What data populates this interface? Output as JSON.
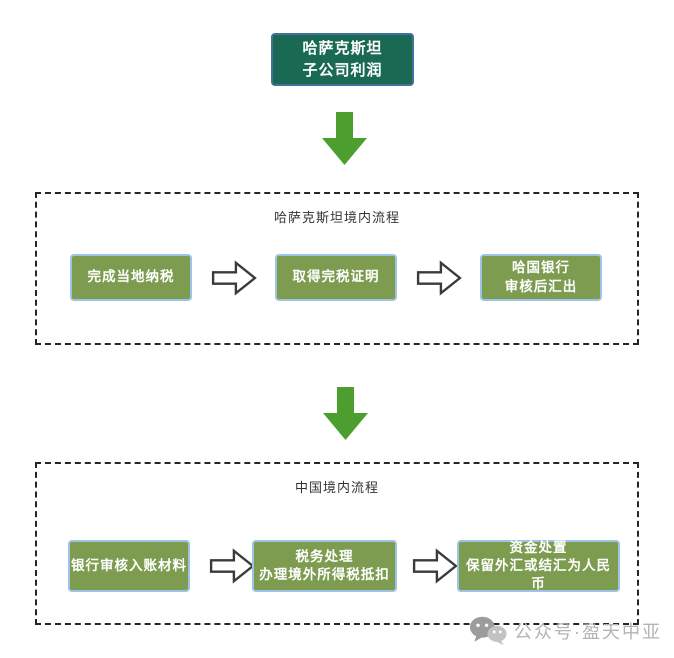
{
  "top_node": {
    "lines": [
      "哈萨克斯坦",
      "子公司利润"
    ]
  },
  "sections": [
    {
      "title": "哈萨克斯坦境内流程",
      "steps": [
        {
          "lines": [
            "完成当地纳税"
          ]
        },
        {
          "lines": [
            "取得完税证明"
          ]
        },
        {
          "lines": [
            "哈国银行",
            "审核后汇出"
          ]
        }
      ]
    },
    {
      "title": "中国境内流程",
      "steps": [
        {
          "lines": [
            "银行审核入账材料"
          ]
        },
        {
          "lines": [
            "税务处理",
            "办理境外所得税抵扣"
          ]
        },
        {
          "lines": [
            "资金处置",
            "保留外汇或结汇为人民币"
          ]
        }
      ]
    }
  ],
  "watermark": {
    "text": "公众号·盈天中亚",
    "icon": "wechat-icon"
  },
  "colors": {
    "top_node_fill": "#1A6A53",
    "top_node_border": "#41719C",
    "step_fill": "#7D9C50",
    "step_border": "#9DC3E6",
    "down_arrow_green": "#4C9F2E",
    "flow_arrow_fill": "#FFFFFF",
    "flow_arrow_outline": "#3A3A3A",
    "dashed_border": "#262626",
    "watermark_text": "#B4B4B4"
  },
  "icons": {
    "flow_arrow": "right-block-arrow",
    "section_flow": "down-block-arrow"
  }
}
